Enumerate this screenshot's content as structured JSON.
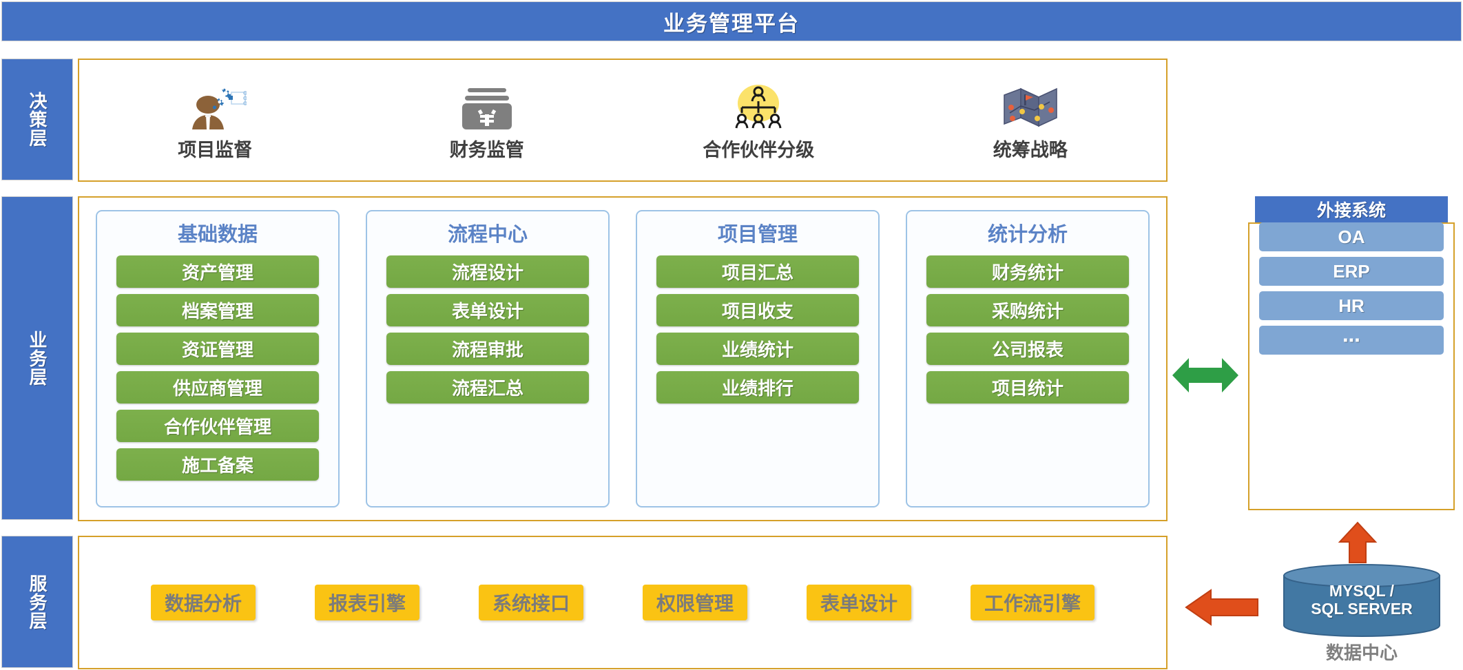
{
  "header": {
    "title": "业务管理平台"
  },
  "layers": {
    "decision": {
      "tab_label": "决策层"
    },
    "business": {
      "tab_label": "业务层"
    },
    "service": {
      "tab_label": "服务层"
    }
  },
  "decision_items": [
    {
      "label": "项目监督",
      "icon": "person-gears-icon"
    },
    {
      "label": "财务监管",
      "icon": "money-stack-yen-icon"
    },
    {
      "label": "合作伙伴分级",
      "icon": "org-chart-people-icon"
    },
    {
      "label": "统筹战略",
      "icon": "folded-map-icon"
    }
  ],
  "business_cards": [
    {
      "title": "基础数据",
      "items": [
        "资产管理",
        "档案管理",
        "资证管理",
        "供应商管理",
        "合作伙伴管理",
        "施工备案"
      ]
    },
    {
      "title": "流程中心",
      "items": [
        "流程设计",
        "表单设计",
        "流程审批",
        "流程汇总"
      ]
    },
    {
      "title": "项目管理",
      "items": [
        "项目汇总",
        "项目收支",
        "业绩统计",
        "业绩排行"
      ]
    },
    {
      "title": "统计分析",
      "items": [
        "财务统计",
        "采购统计",
        "公司报表",
        "项目统计"
      ]
    }
  ],
  "service_items": [
    "数据分析",
    "报表引擎",
    "系统接口",
    "权限管理",
    "表单设计",
    "工作流引擎"
  ],
  "external_systems": {
    "header": "外接系统",
    "items": [
      "OA",
      "ERP",
      "HR",
      "⋯"
    ]
  },
  "database": {
    "name_line1": "MYSQL /",
    "name_line2": "SQL SERVER",
    "caption": "数据中心"
  },
  "connectors": {
    "business_to_external": "green-double-arrow",
    "database_to_external": "orange-up-arrow",
    "database_to_service": "orange-left-arrow"
  },
  "colors": {
    "brand_blue": "#4472C4",
    "layer_border_gold": "#D5A029",
    "chip_green": "#7DB04C",
    "chip_yellow": "#FAC313",
    "ext_chip_blue": "#7FA6D3",
    "card_border_blue": "#9DC3E6",
    "card_title_blue": "#5B83C6",
    "arrow_green": "#2E9E46",
    "arrow_orange": "#E04E1B",
    "db_blue": "#4278A3"
  }
}
